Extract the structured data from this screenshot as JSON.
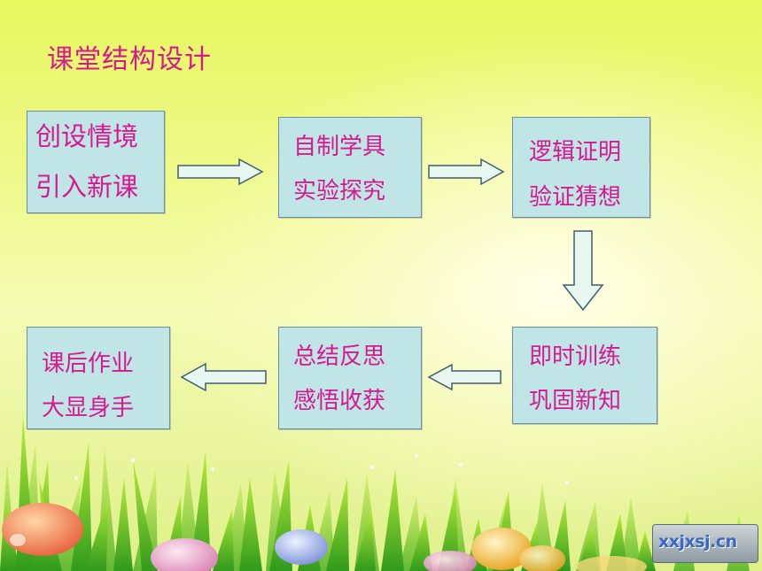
{
  "slide": {
    "title": "课堂结构设计",
    "steps": [
      {
        "line1": "创设情境",
        "line2": "引入新课"
      },
      {
        "line1": "自制学具",
        "line2": "实验探究"
      },
      {
        "line1": "逻辑证明",
        "line2": "验证猜想"
      },
      {
        "line1": "即时训练",
        "line2": "巩固新知"
      },
      {
        "line1": "总结反思",
        "line2": "感悟收获"
      },
      {
        "line1": "课后作业",
        "line2": "大显身手"
      }
    ],
    "watermark": "xxjxsj.cn"
  },
  "colors": {
    "text": "#d8188d",
    "box_fill": "#bfe5e6",
    "box_border": "#6e8ea0",
    "background": "#eef98a"
  }
}
